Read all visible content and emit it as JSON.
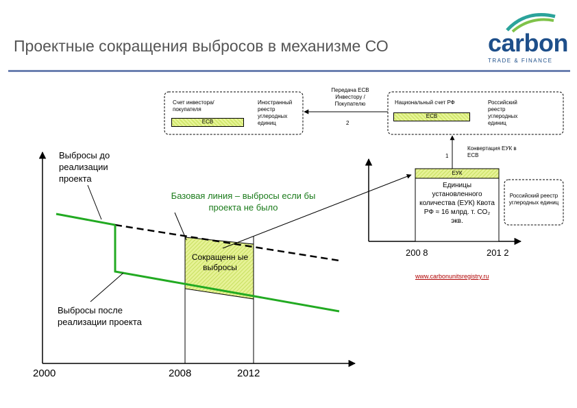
{
  "title": "Проектные сокращения выбросов в механизме СО",
  "logo": {
    "name": "carbon",
    "sub": "TRADE & FINANCE"
  },
  "colors": {
    "green": "#22aa22",
    "hatch": "#dde880",
    "blue_rule": "#6a7fb0",
    "brand": "#1e4f8a",
    "link": "#b00000"
  },
  "top_flow": {
    "investor_account": "Счет инвестора/ покупателя",
    "investor_unit": "ЕСВ",
    "foreign_registry": "Иностранный реестр углеродных единиц",
    "transfer": "Передача ЕСВ Инвестору / Покупателю",
    "step2": "2",
    "national_account": "Национальный счет РФ",
    "national_unit": "ЕСВ",
    "russian_registry": "Российский реестр углеродных единиц",
    "step1": "1",
    "conversion": "Конвертация ЕУК в ЕСВ"
  },
  "inset": {
    "euk_label": "ЕУК",
    "units_text": "Единицы установленного количества (ЕУК) Квота РФ ≈ 16 млрд. т. CO₂ экв.",
    "registry_box": "Российский реестр углеродных единиц",
    "year_start": "200 8",
    "year_end": "201 2",
    "url": "www.carbonunitsregistry.ru"
  },
  "chart": {
    "label_before": "Выбросы до реализации проекта",
    "label_baseline": "Базовая линия – выбросы если бы проекта не было",
    "label_reductions": "Сокращенн ые выбросы",
    "label_after": "Выбросы после реализации проекта",
    "x_ticks": [
      "2000",
      "2008",
      "2012"
    ]
  }
}
